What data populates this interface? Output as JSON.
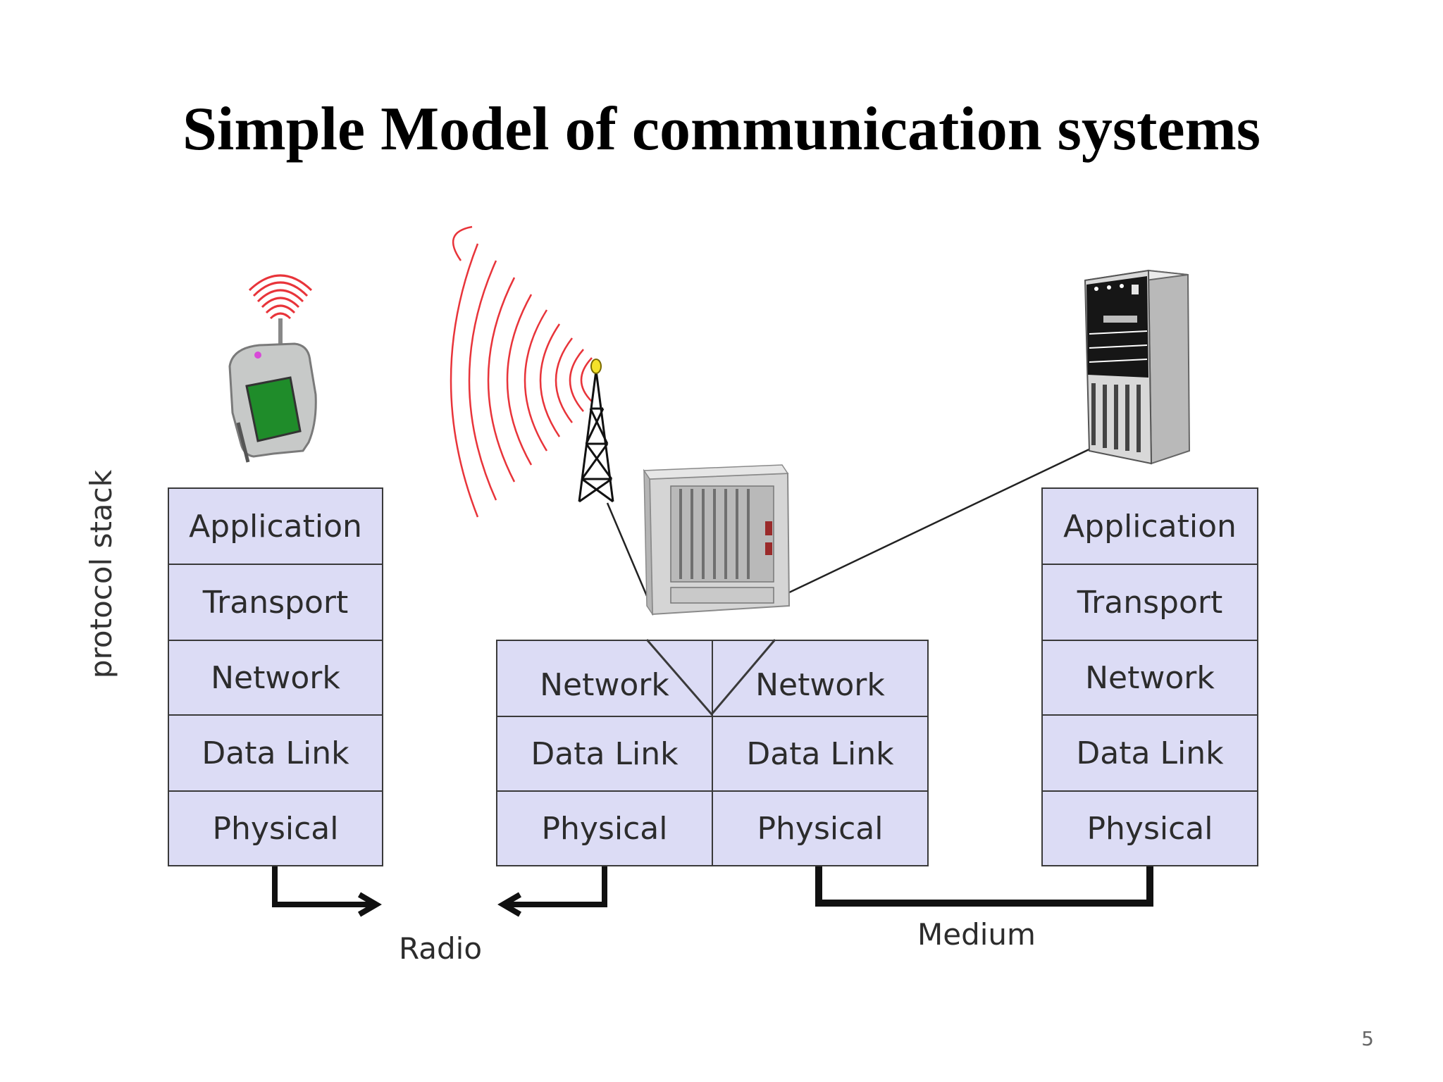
{
  "title": "Simple Model of communication systems",
  "side_label": "protocol stack",
  "stacks": {
    "mobile": [
      "Application",
      "Transport",
      "Network",
      "Data Link",
      "Physical"
    ],
    "router_left": [
      "Network",
      "Data Link",
      "Physical"
    ],
    "router_right": [
      "Network",
      "Data Link",
      "Physical"
    ],
    "server": [
      "Application",
      "Transport",
      "Network",
      "Data Link",
      "Physical"
    ]
  },
  "media": {
    "radio": "Radio",
    "medium": "Medium"
  },
  "page_number": "5",
  "colors": {
    "layer_fill": "#dcdcf5",
    "layer_border": "#3a3a3a",
    "radio_waves": "#e8343a"
  },
  "icons": {
    "mobile": "mobile-device-icon",
    "tower": "antenna-tower-icon",
    "router": "router-rack-icon",
    "server": "server-tower-icon"
  }
}
